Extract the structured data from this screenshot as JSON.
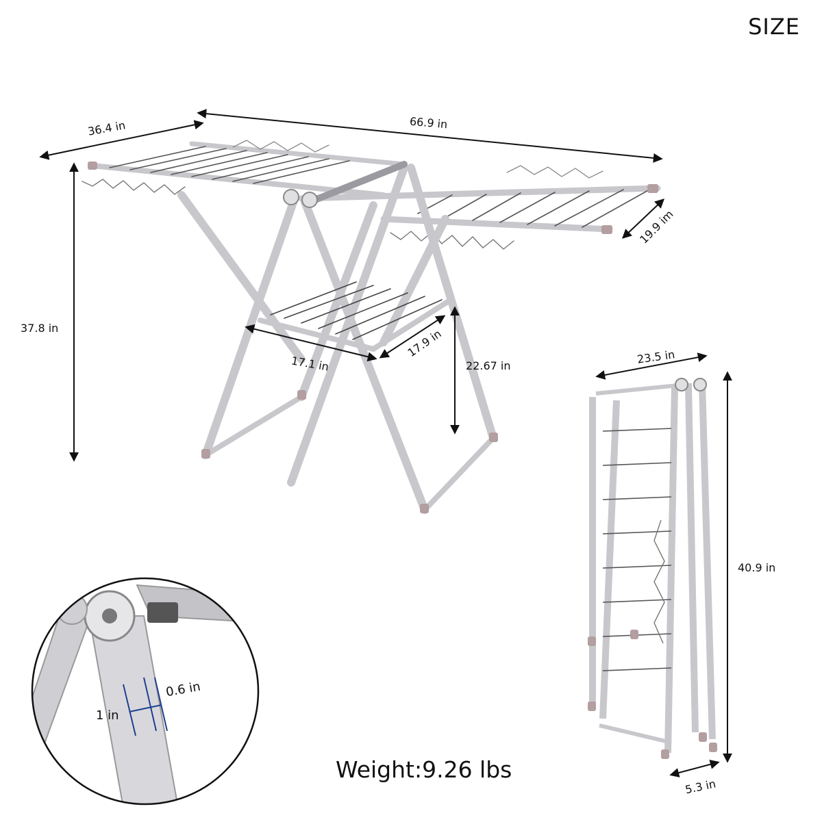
{
  "header": {
    "title": "SIZE"
  },
  "dimensions": {
    "overall_length": "66.9 in",
    "wing_length": "36.4 in",
    "height": "37.8 in",
    "top_depth": "19.9 im",
    "lower_shelf_width": "17.1 in",
    "lower_shelf_depth": "17.9 in",
    "lower_shelf_height": "22.67 in",
    "folded_width": "23.5 in",
    "folded_height": "40.9 in",
    "folded_depth": "5.3 in",
    "tube_width": "1 in",
    "tube_depth": "0.6 in"
  },
  "footer": {
    "weight": "Weight:9.26 lbs"
  },
  "colors": {
    "metal": "#c8c8cc",
    "metal_dark": "#9a9aa0",
    "foot": "#b39ea0",
    "dimension_line": "#111111",
    "detail_line": "#1f3f8f"
  }
}
